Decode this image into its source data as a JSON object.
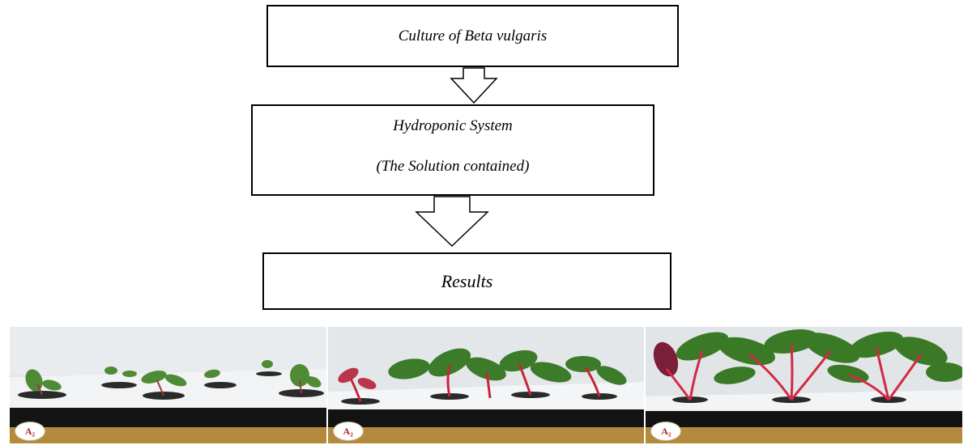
{
  "flowchart": {
    "step1": "Culture of Beta vulgaris",
    "step2_line1": "Hydroponic System",
    "step2_line2": "(The Solution contained)",
    "step3": "Results"
  },
  "photos": [
    {
      "label": "A₂",
      "stage": "early"
    },
    {
      "label": "A₂",
      "stage": "middle"
    },
    {
      "label": "A₂",
      "stage": "late"
    }
  ],
  "colors": {
    "box_border": "#000000",
    "foam": "#eef0f2",
    "black_band": "#111111",
    "wood": "#b48a3c",
    "leaf_green": "#3f7f2a",
    "stem_red": "#c7253a",
    "badge_text": "#b3221f"
  }
}
